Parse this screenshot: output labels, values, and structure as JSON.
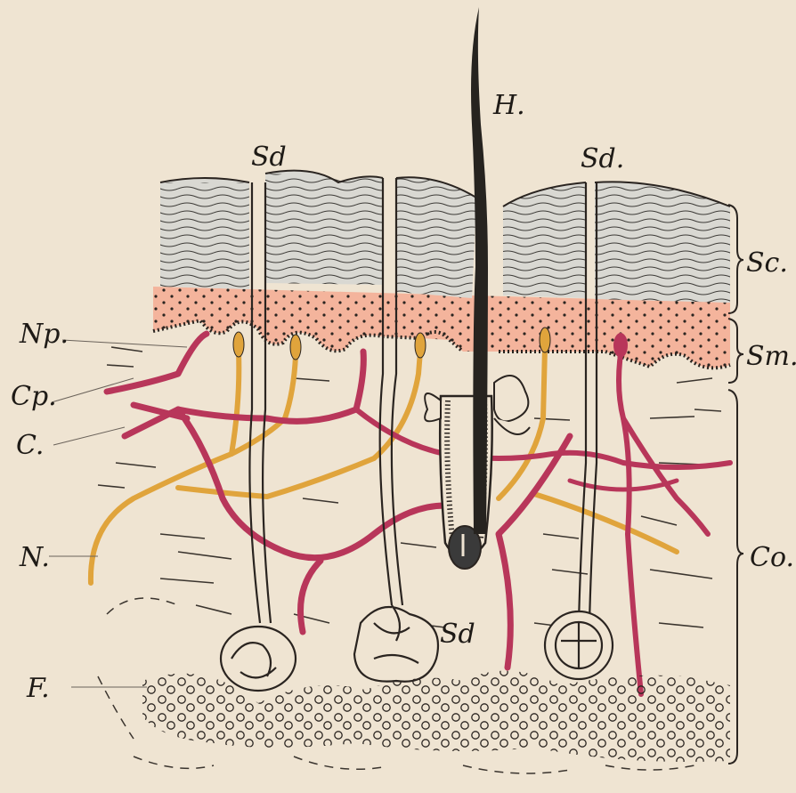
{
  "diagram": {
    "labels": {
      "hair": "H.",
      "sweat_duct_left": "Sd",
      "sweat_duct_right": "Sd.",
      "sweat_duct_lower": "Sd",
      "stratum_corneum": "Sc.",
      "stratum_malpighii": "Sm.",
      "corium": "Co.",
      "nerve_papilla": "Np.",
      "capillary": "Cp.",
      "c_label": "C.",
      "nerve": "N.",
      "fat": "F."
    },
    "colors": {
      "paper": "#efe4d2",
      "corneum": "#d9d8d2",
      "malpighii": "#f4b49c",
      "vessel": "#b8365a",
      "nerve": "#e0a43c",
      "ink": "#1e1a16",
      "hair": "#26231f"
    }
  }
}
